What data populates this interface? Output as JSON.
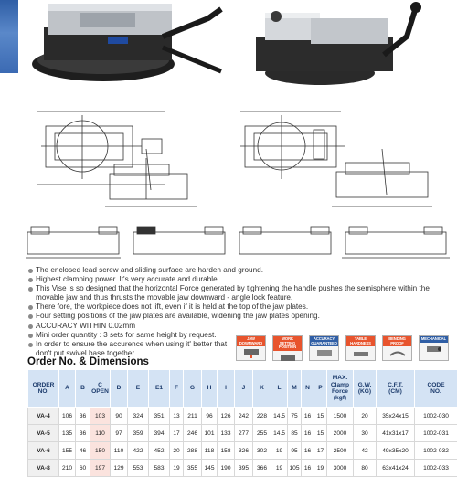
{
  "features": [
    "The enclosed lead screw and sliding surface are harden and ground.",
    "Highest clamping power. It's very accurate and durable.",
    "This Vise is so designed that the horizontal Force generated by tightening the handle pushes the semisphere within the",
    "movable jaw and thus thrusts the movable jaw downward - angle lock feature.",
    "There fore, the workpiece does not lift, even if it is held at the top of the jaw plates.",
    "Four setting positions of the jaw plates are available, widening the jaw plates opening.",
    "ACCURACY WITHIN 0.02mm",
    "Mini order quantity : 3 sets for same height by request.",
    "In order to ensure the accurence when using it' better that",
    "don't put swivel base together"
  ],
  "icons": [
    {
      "name": "jaw-downward-icon",
      "caption": "JAW DOWNWARD",
      "color": "#e8542d"
    },
    {
      "name": "work-setting-position-icon",
      "caption": "WORK SETTING POSITION",
      "color": "#e8542d"
    },
    {
      "name": "accuracy-guaranteed-icon",
      "caption": "ACCURACY GUARANTEED",
      "color": "#2f5ea5"
    },
    {
      "name": "table-hardness-icon",
      "caption": "TABLE HARDNESS",
      "color": "#e8542d"
    },
    {
      "name": "bending-proof-icon",
      "caption": "BENDING PROOF",
      "color": "#e8542d"
    },
    {
      "name": "mechanical-icon",
      "caption": "MECHANICAL",
      "color": "#2f5ea5"
    }
  ],
  "section_title": "Order No. & Dimensions",
  "table": {
    "headers": [
      "ORDER\nNO.",
      "A",
      "B",
      "C\nOPEN",
      "D",
      "E",
      "E1",
      "F",
      "G",
      "H",
      "I",
      "J",
      "K",
      "L",
      "M",
      "N",
      "P",
      "MAX.\nClamp\nForce\n(kgf)",
      "G.W.\n(KG)",
      "C.F.T.\n(CM)",
      "CODE\nNO."
    ],
    "rows": [
      [
        "VA-4",
        "106",
        "36",
        "103",
        "90",
        "324",
        "351",
        "13",
        "211",
        "96",
        "126",
        "242",
        "228",
        "14.5",
        "75",
        "16",
        "15",
        "1500",
        "20",
        "35x24x15",
        "1002-030"
      ],
      [
        "VA-5",
        "135",
        "36",
        "110",
        "97",
        "359",
        "394",
        "17",
        "246",
        "101",
        "133",
        "277",
        "255",
        "14.5",
        "85",
        "16",
        "15",
        "2000",
        "30",
        "41x31x17",
        "1002-031"
      ],
      [
        "VA-6",
        "155",
        "46",
        "150",
        "110",
        "422",
        "452",
        "20",
        "288",
        "118",
        "158",
        "326",
        "302",
        "19",
        "95",
        "16",
        "17",
        "2500",
        "42",
        "49x35x20",
        "1002-032"
      ],
      [
        "VA-8",
        "210",
        "60",
        "197",
        "129",
        "553",
        "583",
        "19",
        "355",
        "145",
        "190",
        "395",
        "366",
        "19",
        "105",
        "16",
        "19",
        "3000",
        "80",
        "63x41x24",
        "1002-033"
      ]
    ]
  },
  "colors": {
    "header_bg": "#d4e3f4",
    "highlight": "#fbe3de",
    "accent_blue": "#2f5ea5",
    "accent_orange": "#e8542d"
  }
}
